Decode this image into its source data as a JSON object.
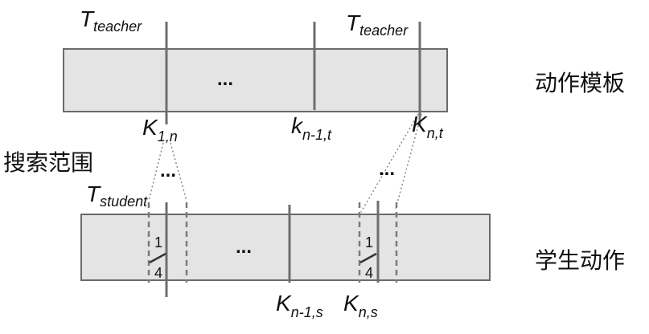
{
  "labels": {
    "teacher_left": {
      "main": "T",
      "sub": "teacher"
    },
    "teacher_right": {
      "main": "T",
      "sub": "teacher"
    },
    "student": {
      "main": "T",
      "sub": "student"
    },
    "k1n": {
      "main": "K",
      "sub": "1,n"
    },
    "kn1t": {
      "main": "k",
      "sub": "n-1,t"
    },
    "knt": {
      "main": "K",
      "sub": "n,t"
    },
    "kn1s": {
      "main": "K",
      "sub": "n-1,s"
    },
    "kns": {
      "main": "K",
      "sub": "n,s"
    },
    "ellipsis": "...",
    "fraction_num": "1",
    "fraction_den": "4"
  },
  "side_labels": {
    "template": "动作模板",
    "search_range": "搜索范围",
    "student_action": "学生动作"
  },
  "colors": {
    "box_fill": "#e4e4e4",
    "box_stroke": "#6a6a6a",
    "line": "#6e6e6e",
    "dashed": "#7a7a7a",
    "dotted": "#8a8a8a"
  }
}
